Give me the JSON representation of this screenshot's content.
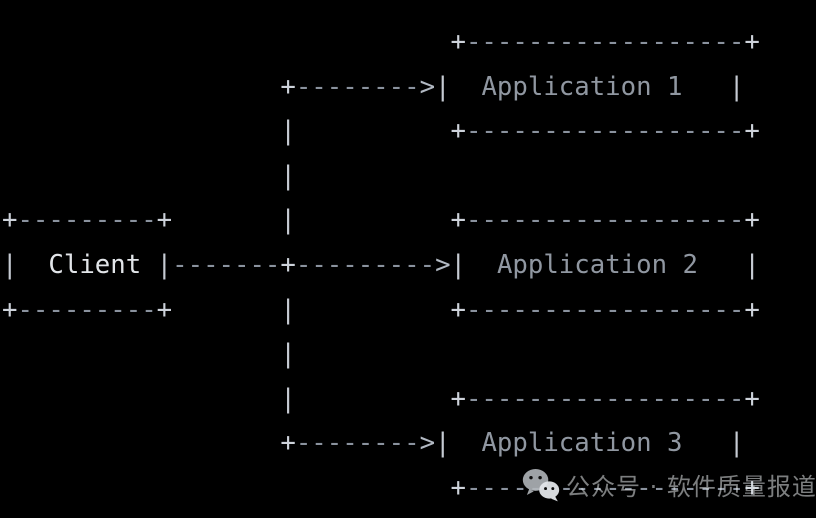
{
  "background": "#000000",
  "colors": {
    "plus": "#cdd2da",
    "dash": "#8a929e",
    "pipe": "#c6cbd3",
    "gt": "#b2b9c3",
    "client": "#e2e5e9",
    "app": "#9097a1"
  },
  "diagram": {
    "nodes": {
      "client": "Client",
      "applications": [
        "Application 1",
        "Application 2",
        "Application 3"
      ]
    },
    "rows": [
      [
        [
          "sp",
          "                             "
        ],
        [
          "plus",
          "+"
        ],
        [
          "dash",
          "------------------"
        ],
        [
          "plus",
          "+"
        ]
      ],
      [
        [
          "sp",
          "                  "
        ],
        [
          "plus",
          "+"
        ],
        [
          "dash",
          "--------"
        ],
        [
          "gt",
          ">"
        ],
        [
          "pipe",
          "|"
        ],
        [
          "sp",
          "  "
        ],
        [
          "app",
          "Application 1",
          "application-1-label"
        ],
        [
          "sp",
          "   "
        ],
        [
          "pipe",
          "|"
        ]
      ],
      [
        [
          "sp",
          "                  "
        ],
        [
          "pipe",
          "|"
        ],
        [
          "sp",
          "          "
        ],
        [
          "plus",
          "+"
        ],
        [
          "dash",
          "------------------"
        ],
        [
          "plus",
          "+"
        ]
      ],
      [
        [
          "sp",
          "                  "
        ],
        [
          "pipe",
          "|"
        ]
      ],
      [
        [
          "plus",
          "+"
        ],
        [
          "dash",
          "---------"
        ],
        [
          "plus",
          "+"
        ],
        [
          "sp",
          "       "
        ],
        [
          "pipe",
          "|"
        ],
        [
          "sp",
          "          "
        ],
        [
          "plus",
          "+"
        ],
        [
          "dash",
          "------------------"
        ],
        [
          "plus",
          "+"
        ]
      ],
      [
        [
          "pipe",
          "|"
        ],
        [
          "sp",
          "  "
        ],
        [
          "client",
          "Client",
          "client-label"
        ],
        [
          "sp",
          " "
        ],
        [
          "pipe",
          "|"
        ],
        [
          "dash",
          "-------"
        ],
        [
          "plus",
          "+"
        ],
        [
          "dash",
          "---------"
        ],
        [
          "gt",
          ">"
        ],
        [
          "pipe",
          "|"
        ],
        [
          "sp",
          "  "
        ],
        [
          "app",
          "Application 2",
          "application-2-label"
        ],
        [
          "sp",
          "   "
        ],
        [
          "pipe",
          "|"
        ]
      ],
      [
        [
          "plus",
          "+"
        ],
        [
          "dash",
          "---------"
        ],
        [
          "plus",
          "+"
        ],
        [
          "sp",
          "       "
        ],
        [
          "pipe",
          "|"
        ],
        [
          "sp",
          "          "
        ],
        [
          "plus",
          "+"
        ],
        [
          "dash",
          "------------------"
        ],
        [
          "plus",
          "+"
        ]
      ],
      [
        [
          "sp",
          "                  "
        ],
        [
          "pipe",
          "|"
        ]
      ],
      [
        [
          "sp",
          "                  "
        ],
        [
          "pipe",
          "|"
        ],
        [
          "sp",
          "          "
        ],
        [
          "plus",
          "+"
        ],
        [
          "dash",
          "------------------"
        ],
        [
          "plus",
          "+"
        ]
      ],
      [
        [
          "sp",
          "                  "
        ],
        [
          "plus",
          "+"
        ],
        [
          "dash",
          "--------"
        ],
        [
          "gt",
          ">"
        ],
        [
          "pipe",
          "|"
        ],
        [
          "sp",
          "  "
        ],
        [
          "app",
          "Application 3",
          "application-3-label"
        ],
        [
          "sp",
          "   "
        ],
        [
          "pipe",
          "|"
        ]
      ],
      [
        [
          "sp",
          "                             "
        ],
        [
          "plus",
          "+"
        ],
        [
          "dash",
          "------------------"
        ],
        [
          "plus",
          "+"
        ]
      ]
    ]
  },
  "watermark": {
    "text": "公众号 · 软件质量报道"
  }
}
